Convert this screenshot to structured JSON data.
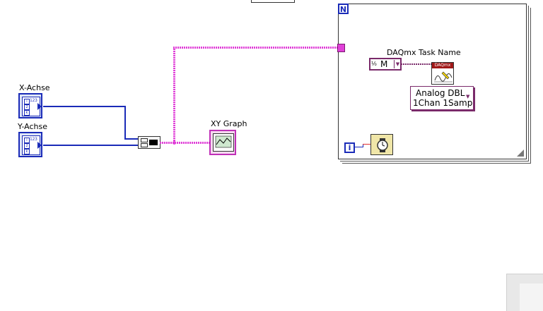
{
  "labels": {
    "x_axis": "X-Achse",
    "y_axis": "Y-Achse",
    "xy_graph": "XY Graph",
    "daqmx_task": "DAQmx Task Name"
  },
  "task_constant": {
    "value": "M",
    "glyph": "I/O"
  },
  "daqmx_icon_text": "DAQmx",
  "polymorphic": {
    "line1": "Analog DBL",
    "line2": "1Chan 1Samp"
  },
  "loop": {
    "count_terminal": "N",
    "iteration_terminal": "i"
  },
  "array_terminal": {
    "type_text": "123"
  },
  "colors": {
    "numeric_wire": "#1a2bb8",
    "cluster_wire": "#e040d8",
    "task_wire": "#7a2a6a"
  }
}
